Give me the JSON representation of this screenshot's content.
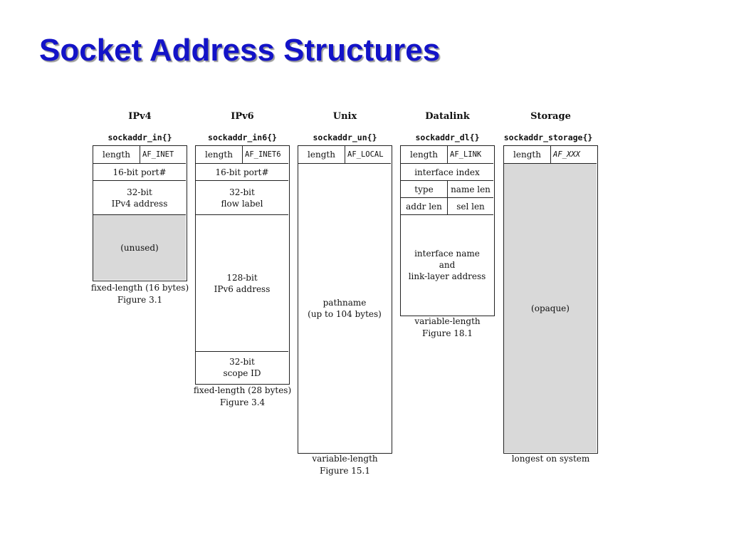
{
  "slide": {
    "title": "Socket Address Structures"
  },
  "columns": {
    "ipv4": {
      "heading": "IPv4",
      "struct": "sockaddr_in{}",
      "length": "length",
      "family": "AF_INET",
      "port": "16-bit port#",
      "address": "32-bit\nIPv4 address",
      "unused": "(unused)",
      "caption": "fixed-length (16 bytes)\nFigure 3.1"
    },
    "ipv6": {
      "heading": "IPv6",
      "struct": "sockaddr_in6{}",
      "length": "length",
      "family": "AF_INET6",
      "port": "16-bit port#",
      "flow": "32-bit\nflow label",
      "address": "128-bit\nIPv6 address",
      "scope": "32-bit\nscope ID",
      "caption": "fixed-length (28 bytes)\nFigure 3.4"
    },
    "unix": {
      "heading": "Unix",
      "struct": "sockaddr_un{}",
      "length": "length",
      "family": "AF_LOCAL",
      "path": "pathname\n(up to 104 bytes)",
      "caption": "variable-length\nFigure 15.1"
    },
    "datalink": {
      "heading": "Datalink",
      "struct": "sockaddr_dl{}",
      "length": "length",
      "family": "AF_LINK",
      "index": "interface index",
      "type": "type",
      "name_len": "name len",
      "addr_len": "addr len",
      "sel_len": "sel len",
      "name_addr": "interface name\nand\nlink-layer address",
      "caption": "variable-length\nFigure 18.1"
    },
    "storage": {
      "heading": "Storage",
      "struct": "sockaddr_storage{}",
      "length": "length",
      "family": "AF_XXX",
      "opaque": "(opaque)",
      "caption": "longest on system"
    }
  }
}
